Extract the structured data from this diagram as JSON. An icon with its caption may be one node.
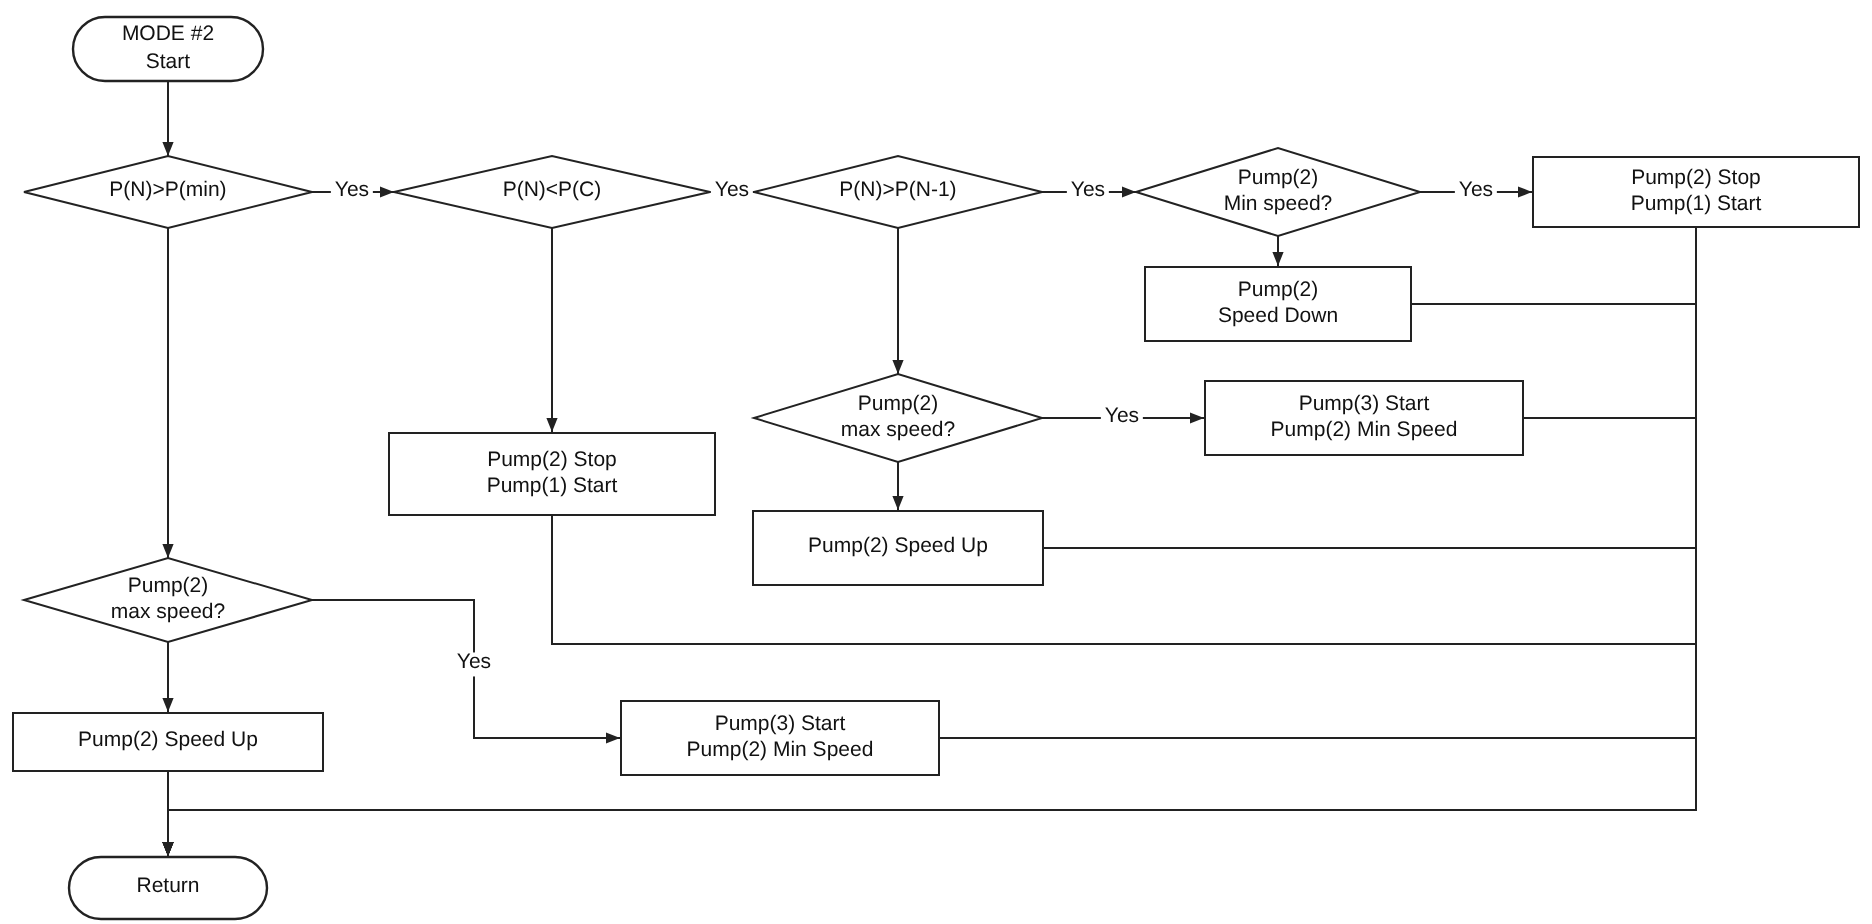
{
  "diagram": {
    "nodes": [
      {
        "text": [
          "MODE #2 Start"
        ]
      },
      {
        "text": [
          "P(N)>P(min)"
        ]
      },
      {
        "text": [
          "P(N)<P(C)"
        ]
      },
      {
        "text": [
          "P(N)>P(N-1)"
        ]
      },
      {
        "text": [
          "Pump(2) Min speed?"
        ]
      },
      {
        "text": [
          "Pump(2) Stop Pump(1) Start"
        ]
      },
      {
        "text": [
          "Pump(2) Speed Down"
        ]
      },
      {
        "text": [
          "Pump(2) max speed?"
        ]
      },
      {
        "text": [
          "Pump(3) Start Pump(2) Min Speed"
        ]
      },
      {
        "text": [
          "Pump(2) Stop Pump(1) Start"
        ]
      },
      {
        "text": [
          "Pump(2) Speed Up"
        ]
      },
      {
        "text": [
          "Pump(2) max speed?"
        ]
      },
      {
        "text": [
          "Pump(2) Speed Up"
        ]
      },
      {
        "text": [
          "Pump(3) Start Pump(2) Min Speed"
        ]
      },
      {
        "text": [
          "Return"
        ]
      }
    ],
    "edges": [
      {
        "from": 0,
        "to": 1,
        "arrow": "to"
      },
      {
        "from": 1,
        "to": 2,
        "arrow": "to",
        "label": "Yes"
      },
      {
        "from": 2,
        "to": 3,
        "arrow": "to",
        "label": "Yes"
      },
      {
        "from": 3,
        "to": 4,
        "arrow": "to",
        "label": "Yes"
      },
      {
        "from": 4,
        "to": 5,
        "arrow": "to",
        "label": "Yes"
      },
      {
        "from": 4,
        "to": 6,
        "arrow": "to"
      },
      {
        "from": 3,
        "to": 7,
        "arrow": "to"
      },
      {
        "from": 7,
        "to": 8,
        "arrow": "to",
        "label": "Yes"
      },
      {
        "from": 7,
        "to": 10,
        "arrow": "to"
      },
      {
        "from": 2,
        "to": 9,
        "arrow": "to"
      },
      {
        "from": 1,
        "to": 11,
        "arrow": "to"
      },
      {
        "from": 11,
        "to": 13,
        "arrow": "to",
        "label": "Yes"
      },
      {
        "from": 11,
        "to": 12,
        "arrow": "to"
      },
      {
        "from": 5,
        "to": 14,
        "arrow": "to"
      },
      {
        "from": 6,
        "to": 14,
        "arrow": "to"
      },
      {
        "from": 8,
        "to": 14,
        "arrow": "to"
      },
      {
        "from": 10,
        "to": 14,
        "arrow": "to"
      },
      {
        "from": 9,
        "to": 14,
        "arrow": "to"
      },
      {
        "from": 13,
        "to": 14,
        "arrow": "to"
      },
      {
        "from": 12,
        "to": 14,
        "arrow": "to"
      }
    ]
  }
}
